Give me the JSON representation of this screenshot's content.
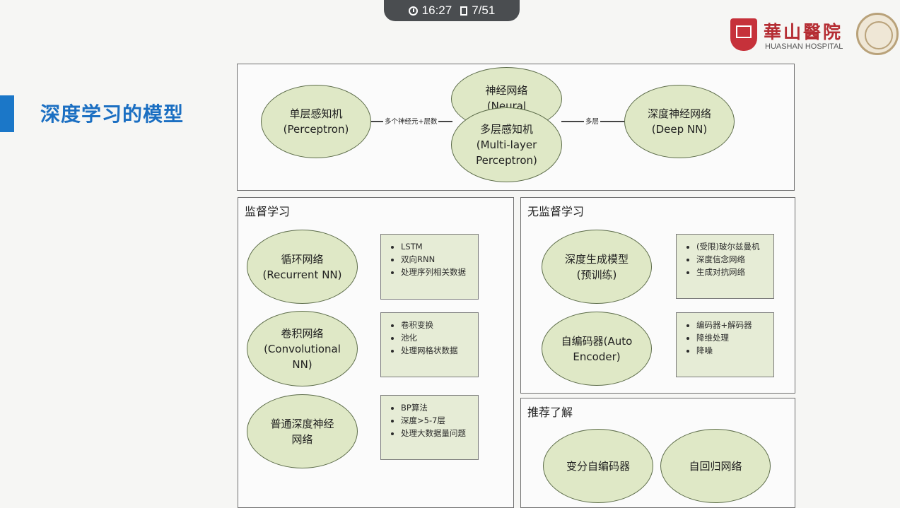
{
  "top_bar": {
    "time": "16:27",
    "page": "7/51"
  },
  "slide": {
    "title": "深度学习的模型"
  },
  "logo": {
    "name_cn": "華山醫院",
    "name_en": "HUASHAN HOSPITAL"
  },
  "top_flow": {
    "single": [
      "单层感知机",
      "(Perceptron)"
    ],
    "nn": [
      "神经网络",
      "(Neural"
    ],
    "mlp": [
      "多层感知机",
      "(Multi-layer",
      "Perceptron)"
    ],
    "deep": [
      "深度神经网络",
      "(Deep NN)"
    ],
    "edge1": "多个神经元+层数",
    "edge2": "多层"
  },
  "supervised": {
    "title": "监督学习",
    "rnn": {
      "label": [
        "循环网络",
        "(Recurrent NN)"
      ],
      "items": [
        "LSTM",
        "双向RNN",
        "处理序列相关数据"
      ]
    },
    "cnn": {
      "label": [
        "卷积网络",
        "(Convolutional",
        "NN)"
      ],
      "items": [
        "卷积变换",
        "池化",
        "处理网格状数据"
      ]
    },
    "dnn": {
      "label": [
        "普通深度神经",
        "网络"
      ],
      "items": [
        "BP算法",
        "深度>5-7层",
        "处理大数据量问题"
      ]
    }
  },
  "unsupervised": {
    "title": "无监督学习",
    "gen": {
      "label": [
        "深度生成模型",
        "(预训练)"
      ],
      "items": [
        "(受限)玻尔兹曼机",
        "深度信念网络",
        "生成对抗网络"
      ]
    },
    "ae": {
      "label": [
        "自编码器(Auto",
        "Encoder)"
      ],
      "items": [
        "编码器+解码器",
        "降维处理",
        "降噪"
      ]
    }
  },
  "recommend": {
    "title": "推荐了解",
    "vae": "变分自编码器",
    "ar": "自回归网络"
  }
}
